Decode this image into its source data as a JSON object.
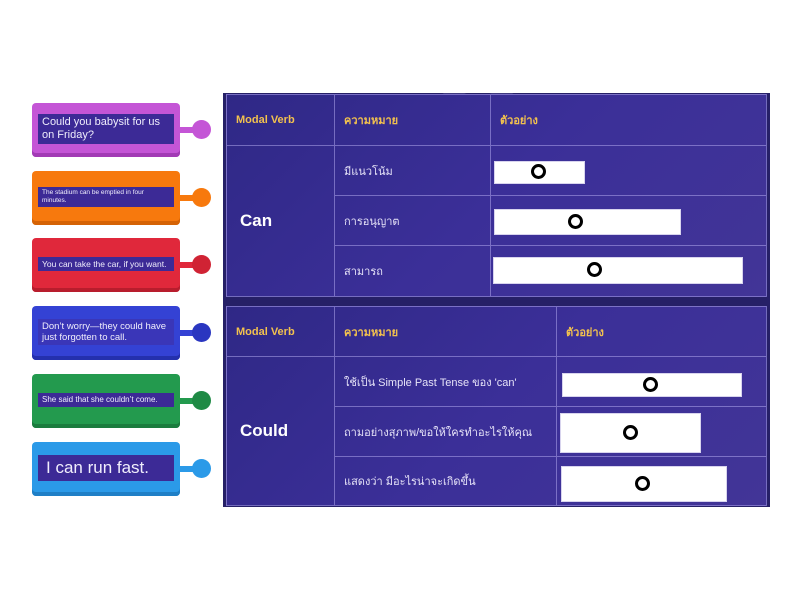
{
  "cards": [
    {
      "text": "Could you babysit for us on Friday?",
      "color": "#c455d6"
    },
    {
      "text": "The stadium can be emptied in four minutes.",
      "color": "#f7790d"
    },
    {
      "text": "You can take the car, if you want.",
      "color": "#e0283b"
    },
    {
      "text": "Don’t worry—they could have just forgotten to call.",
      "color": "#3442d4"
    },
    {
      "text": "She said that she couldn’t come.",
      "color": "#239a4e"
    },
    {
      "text": "I can run fast.",
      "color": "#2b9ae8"
    }
  ],
  "tables": [
    {
      "headers": {
        "modal": "Modal Verb",
        "meaning": "ความหมาย",
        "example": "ตัวอย่าง"
      },
      "verb": "Can",
      "rows": [
        {
          "meaning": "มีแนวโน้ม"
        },
        {
          "meaning": "การอนุญาต"
        },
        {
          "meaning": "สามารถ"
        }
      ]
    },
    {
      "headers": {
        "modal": "Modal Verb",
        "meaning": "ความหมาย",
        "example": "ตัวอย่าง"
      },
      "verb": "Could",
      "rows": [
        {
          "meaning": "ใช้เป็น Simple Past Tense ของ 'can'"
        },
        {
          "meaning": "ถามอย่างสุภาพ/ขอให้ใครทำอะไรให้คุณ"
        },
        {
          "meaning": "แสดงว่า มีอะไรน่าจะเกิดขึ้น"
        }
      ]
    }
  ],
  "colors": {
    "accent_header": "#f2c14e",
    "panel_bg": "#2f2886",
    "label_bg": "#3c2a96"
  }
}
